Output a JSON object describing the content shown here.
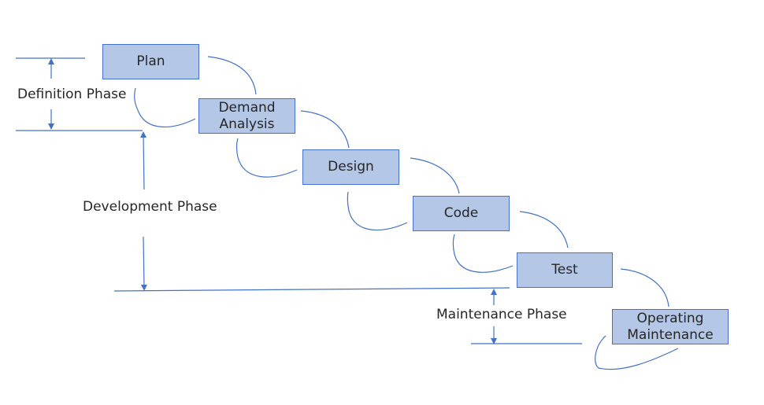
{
  "diagram": {
    "type": "waterfall-model",
    "colors": {
      "box_fill": "#b4c7e7",
      "box_border": "#4472c4",
      "line": "#4472c4",
      "text": "#262626"
    },
    "stages": [
      {
        "id": "plan",
        "label": "Plan"
      },
      {
        "id": "demand-analysis",
        "label": "Demand\nAnalysis"
      },
      {
        "id": "design",
        "label": "Design"
      },
      {
        "id": "code",
        "label": "Code"
      },
      {
        "id": "test",
        "label": "Test"
      },
      {
        "id": "operating-maintenance",
        "label": "Operating\nMaintenance"
      }
    ],
    "phases": [
      {
        "id": "definition",
        "label": "Definition Phase"
      },
      {
        "id": "development",
        "label": "Development Phase"
      },
      {
        "id": "maintenance",
        "label": "Maintenance Phase"
      }
    ]
  }
}
